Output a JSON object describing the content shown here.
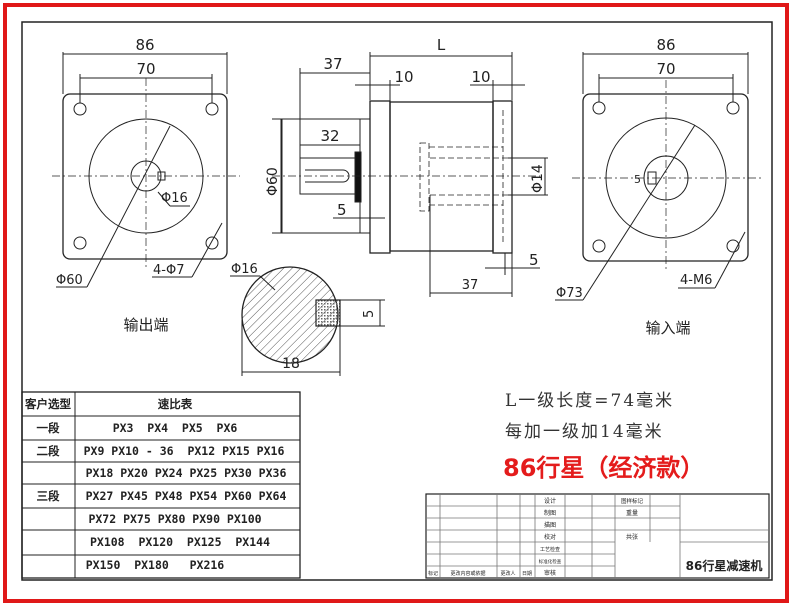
{
  "output_view": {
    "dim_outer": "86",
    "dim_holes": "70",
    "dim_shaft": "Φ16",
    "dim_circle": "Φ60",
    "dim_holes_spec": "4-Φ7",
    "label": "输出端"
  },
  "side_view": {
    "dim_length": "L",
    "dim_shaft_ext": "37",
    "dim_flange_left": "10",
    "dim_flange_right": "10",
    "dim_shaft_len": "32",
    "dim_pilot": "Φ60",
    "dim_bore": "Φ14",
    "dim_gap_left": "5",
    "dim_gap_right": "5",
    "dim_bore_depth": "37"
  },
  "section_view": {
    "dim_diameter": "Φ16",
    "dim_width": "18",
    "dim_key": "5"
  },
  "input_view": {
    "dim_outer": "86",
    "dim_holes": "70",
    "dim_key": "5",
    "dim_circle": "Φ73",
    "dim_holes_spec": "4-M6",
    "label": "输入端"
  },
  "notes": {
    "line1": "L一级长度=74毫米",
    "line2": "每加一级加14毫米",
    "brand": "86行星（经济款）"
  },
  "ratio_table": {
    "header": [
      "客户选型",
      "速比表"
    ],
    "rows": [
      {
        "stage": "一段",
        "ratios": "PX3  PX4  PX5  PX6"
      },
      {
        "stage": "二段",
        "ratios": "PX9 PX10 - 36  PX12 PX15 PX16"
      },
      {
        "stage": "",
        "ratios": "PX18 PX20 PX24 PX25 PX30 PX36"
      },
      {
        "stage": "三段",
        "ratios": "PX27 PX45 PX48 PX54 PX60 PX64"
      },
      {
        "stage": "",
        "ratios": "PX72 PX75 PX80 PX90 PX100"
      },
      {
        "stage": "",
        "ratios": "PX108  PX120  PX125  PX144"
      },
      {
        "stage": "",
        "ratios": "PX150  PX180   PX216"
      }
    ]
  },
  "title_block": {
    "signoff": [
      "设计",
      "制图",
      "描图",
      "校对",
      "工艺检查",
      "标准化检查",
      "审核"
    ],
    "bottom": [
      "标记",
      "更改内容或依据",
      "更改人",
      "日期"
    ],
    "right": [
      "图样标记",
      "重量",
      "共张"
    ],
    "title": "86行星减速机"
  }
}
